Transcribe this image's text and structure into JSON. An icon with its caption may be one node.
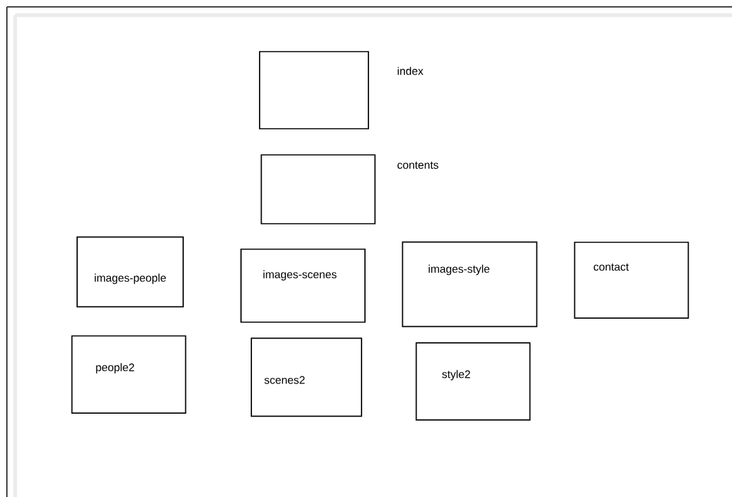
{
  "diagram": {
    "nodes": [
      {
        "text": [
          "index"
        ]
      },
      {
        "text": [
          "contents"
        ]
      },
      {
        "text": [
          "images-people"
        ]
      },
      {
        "text": [
          "images-scenes"
        ]
      },
      {
        "text": [
          "images-style"
        ]
      },
      {
        "text": [
          "contact"
        ]
      },
      {
        "text": [
          "people2"
        ]
      },
      {
        "text": [
          "scenes2"
        ]
      },
      {
        "text": [
          "style2"
        ]
      }
    ],
    "edges": []
  }
}
